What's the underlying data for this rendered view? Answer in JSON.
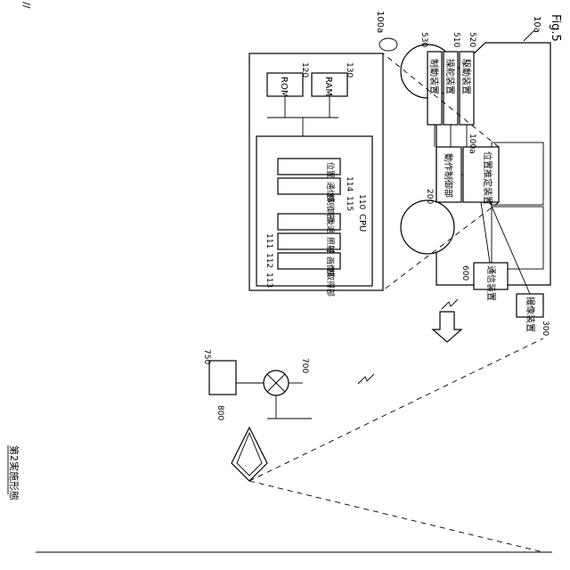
{
  "figure": {
    "title": "Fig.5",
    "embodiment_label": "第2実施形態"
  },
  "labels": {
    "ref_100a_outer": "100a",
    "ref_110": "110",
    "cpu": "CPU",
    "ref_120": "120",
    "rom": "ROM",
    "ref_130": "130",
    "ram": "RAM",
    "ref_111": "111",
    "unit_111": "後退検出部",
    "ref_112": "112",
    "unit_112": "照射指示部",
    "ref_113": "113",
    "unit_113": "画像取得部",
    "ref_114": "114",
    "unit_114": "位置推定部",
    "ref_115": "115",
    "unit_115": "通信制御部",
    "ref_10a": "10a",
    "ref_510": "510",
    "unit_510": "駆動装置",
    "ref_520": "520",
    "unit_520": "操舵装置",
    "ref_530": "530",
    "unit_530": "制動装置",
    "ref_100a_inner": "100a",
    "unit_100a": "位置推定装置",
    "ref_200": "200",
    "unit_200": "動作制御部",
    "ref_600": "600",
    "unit_600": "通信装置",
    "ref_300": "300",
    "unit_300": "撮像装置",
    "ref_700": "700",
    "ref_750": "750",
    "ref_800": "800",
    "wall_mark": "//"
  }
}
